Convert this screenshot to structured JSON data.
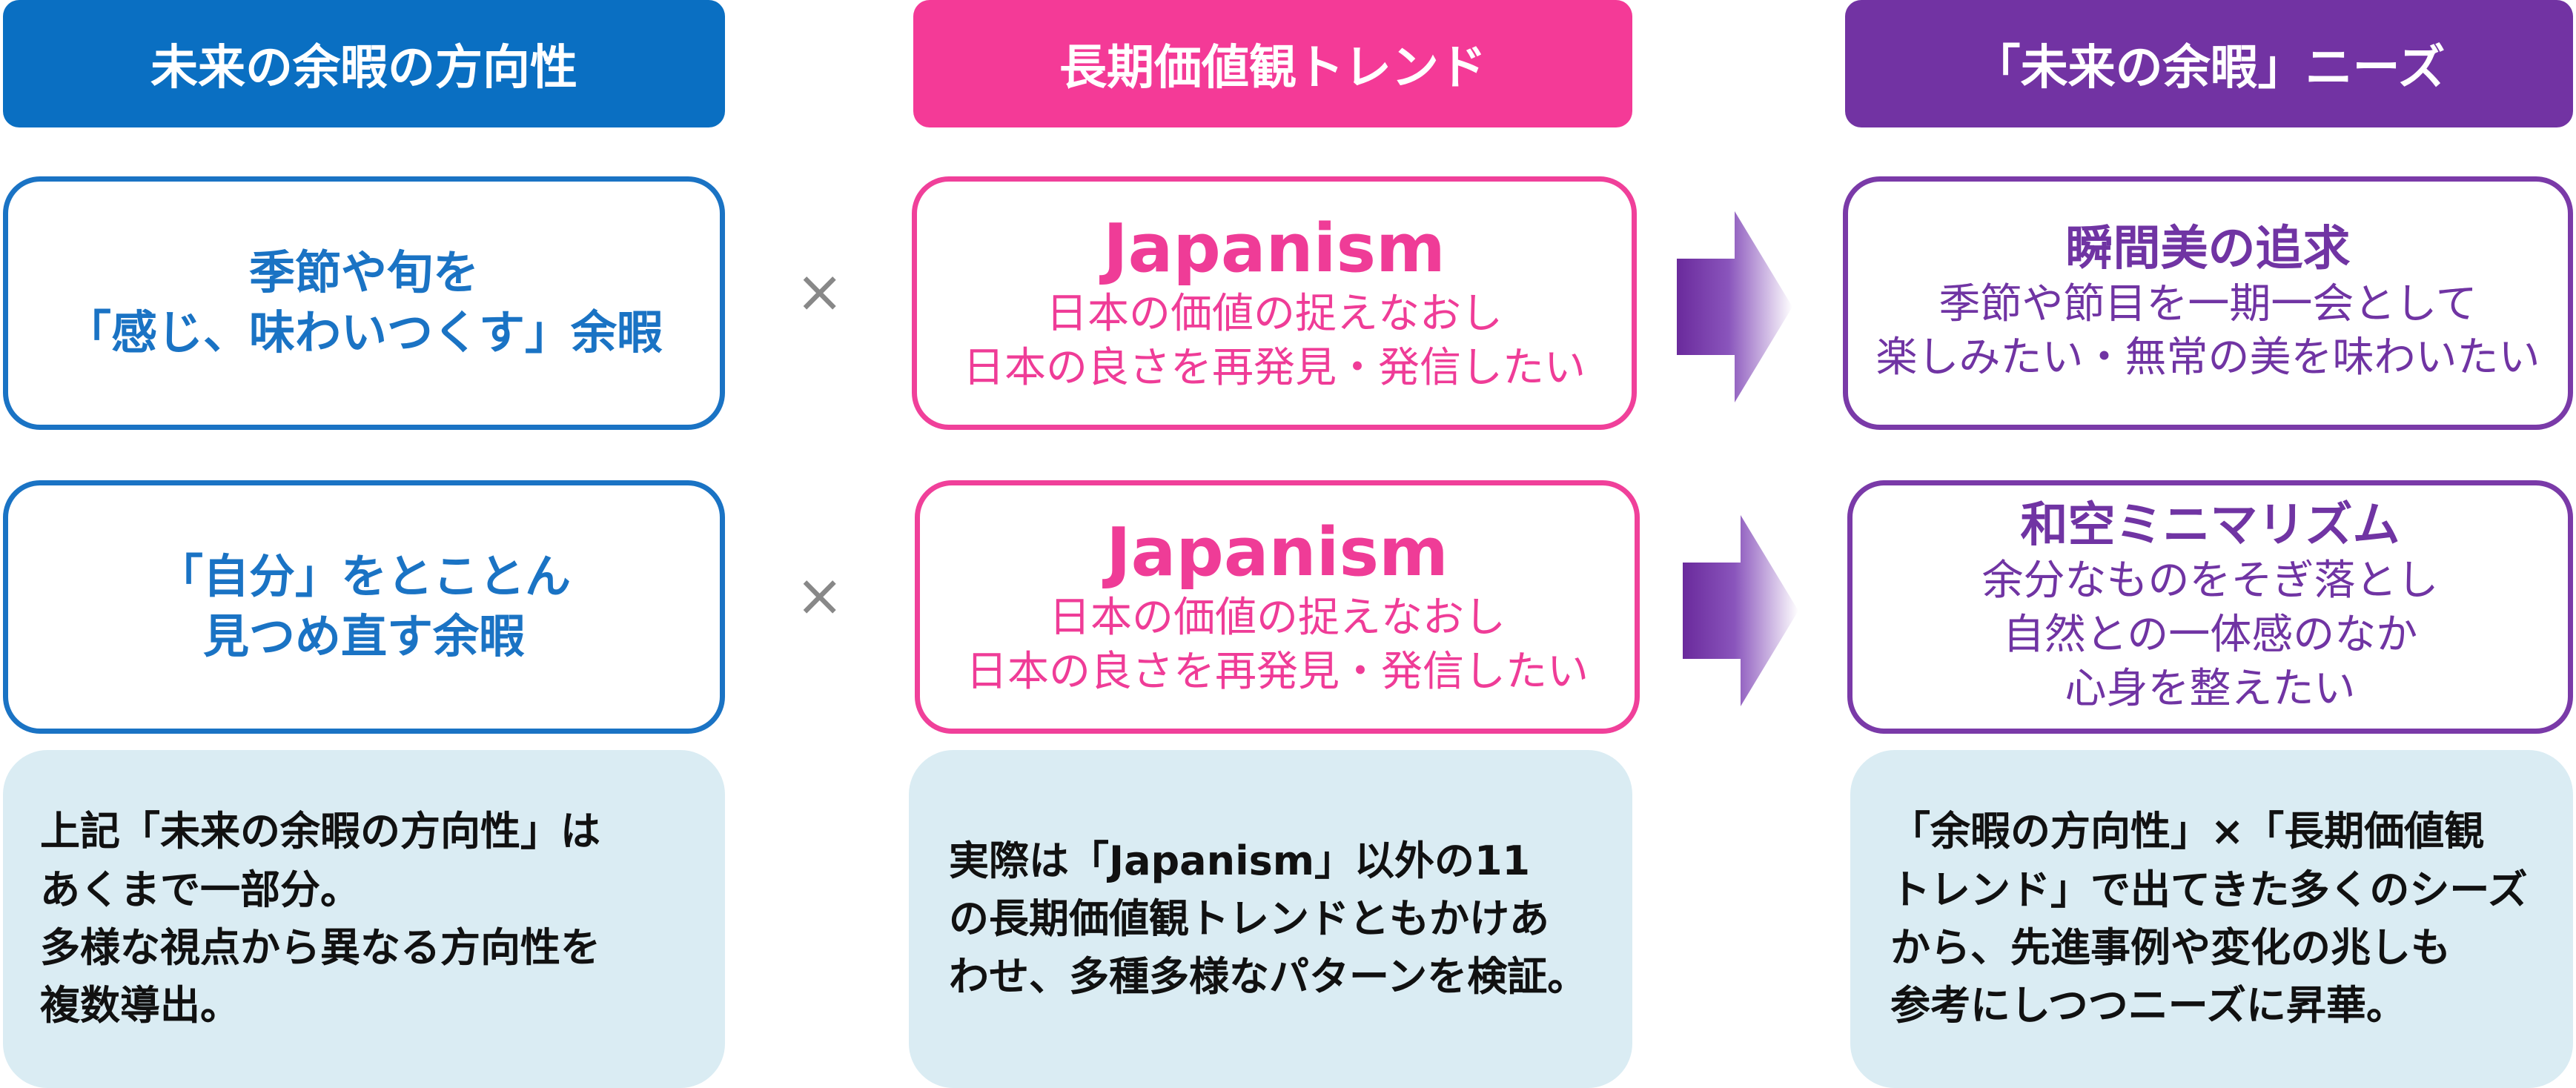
{
  "colors": {
    "blue": "#0a6fc2",
    "pink": "#f43a97",
    "purple": "#7233a3",
    "note_bg": "#daecf3"
  },
  "headers": {
    "direction": "未来の余暇の方向性",
    "trend": "長期価値観トレンド",
    "needs": "「未来の余暇」ニーズ"
  },
  "operator": "×",
  "rows": [
    {
      "direction": [
        "季節や旬を",
        "「感じ、味わいつくす」余暇"
      ],
      "trend": {
        "title": "Japanism",
        "lines": [
          "日本の価値の捉えなおし",
          "日本の良さを再発見・発信したい"
        ]
      },
      "need": {
        "title": "瞬間美の追求",
        "lines": [
          "季節や節目を一期一会として",
          "楽しみたい・無常の美を味わいたい"
        ]
      }
    },
    {
      "direction": [
        "「自分」をとことん",
        "見つめ直す余暇"
      ],
      "trend": {
        "title": "Japanism",
        "lines": [
          "日本の価値の捉えなおし",
          "日本の良さを再発見・発信したい"
        ]
      },
      "need": {
        "title": "和空ミニマリズム",
        "lines": [
          "余分なものをそぎ落とし",
          "自然との一体感のなか",
          "心身を整えたい"
        ]
      }
    }
  ],
  "notes": {
    "direction": [
      "上記「未来の余暇の方向性」は",
      "あくまで一部分。",
      "多様な視点から異なる方向性を",
      "複数導出。"
    ],
    "trend": [
      "実際は「Japanism」以外の11",
      "の長期価値観トレンドともかけあ",
      "わせ、多種多様なパターンを検証。"
    ],
    "needs": [
      "「余暇の方向性」×「長期価値観",
      "トレンド」で出てきた多くのシーズ",
      "から、先進事例や変化の兆しも",
      "参考にしつつニーズに昇華。"
    ]
  }
}
